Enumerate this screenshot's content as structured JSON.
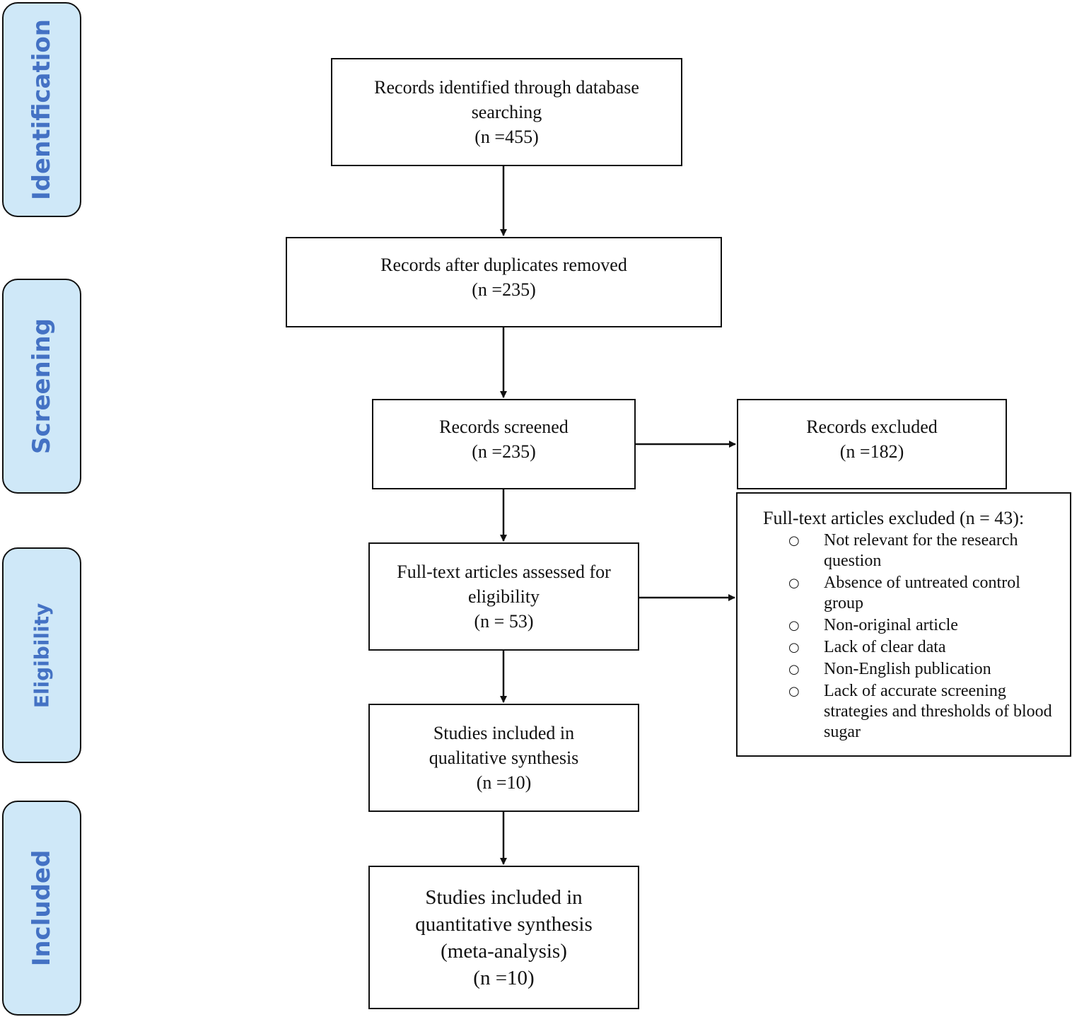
{
  "stages": {
    "identification": "Identification",
    "screening": "Screening",
    "eligibility": "Eligibility",
    "included": "Included"
  },
  "boxes": {
    "identified": {
      "line1": "Records identified through database",
      "line2": "searching",
      "count": "(n =455)"
    },
    "dedup": {
      "line1": "Records after duplicates removed",
      "count": "(n =235)"
    },
    "screened": {
      "line1": "Records screened",
      "count": "(n =235)"
    },
    "excluded": {
      "line1": "Records excluded",
      "count": "(n =182)"
    },
    "fulltext": {
      "line1": "Full-text articles assessed for",
      "line2": "eligibility",
      "count": "(n = 53)"
    },
    "fulltext_excluded": {
      "title": "Full-text articles excluded (n = 43):",
      "bullet": "○",
      "reasons": [
        "Not relevant for the research question",
        "Absence of untreated control group",
        "Non-original article",
        "Lack of clear data",
        "Non-English publication",
        "Lack of accurate screening strategies and thresholds of blood sugar"
      ]
    },
    "qualitative": {
      "line1": "Studies included in",
      "line2": "qualitative synthesis",
      "count": "(n =10)"
    },
    "quantitative": {
      "line1": "Studies included in",
      "line2": "quantitative synthesis",
      "line3": "(meta-analysis)",
      "count": "(n =10)"
    }
  }
}
